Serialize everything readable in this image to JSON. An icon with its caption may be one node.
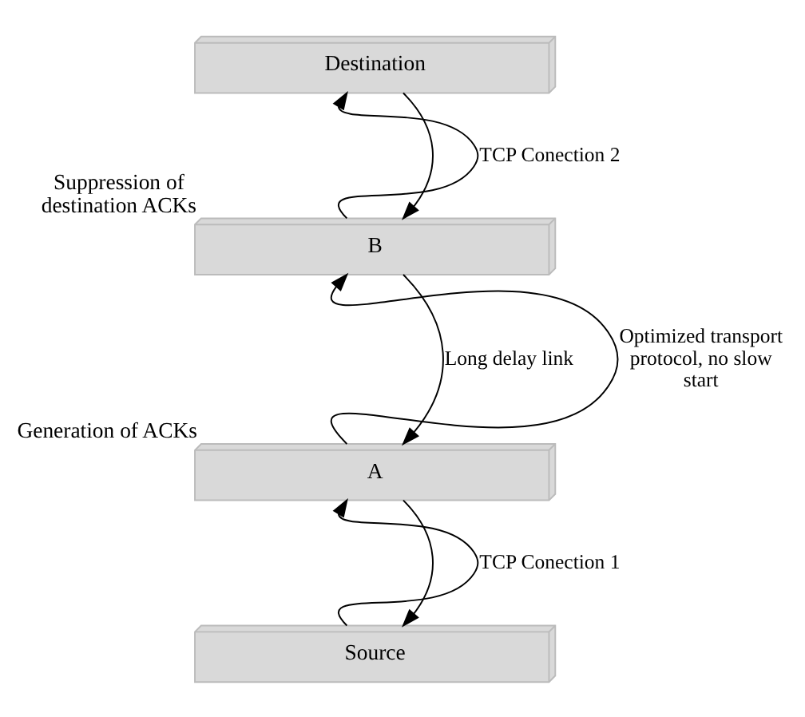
{
  "diagram": {
    "nodes": [
      {
        "text": [
          "Destination"
        ]
      },
      {
        "text": [
          "B"
        ],
        "beside": [
          "Suppression of destination ACKs"
        ]
      },
      {
        "text": [
          "A"
        ],
        "beside": [
          "Generation of ACKs"
        ]
      },
      {
        "text": [
          "Source"
        ]
      }
    ],
    "edges": [
      {
        "from": 3,
        "to": 2,
        "arrow": "to",
        "label": "TCP Conection 1"
      },
      {
        "from": 2,
        "to": 1,
        "arrow": "to",
        "label": "Optimized transport protocol, no slow start"
      },
      {
        "from": 1,
        "to": 0,
        "arrow": "to",
        "label": "TCP Conection 2"
      },
      {
        "from": 0,
        "to": 1,
        "arrow": "to"
      },
      {
        "from": 1,
        "to": 2,
        "arrow": "to",
        "label": "Long delay link"
      },
      {
        "from": 2,
        "to": 3,
        "arrow": "to"
      }
    ]
  }
}
